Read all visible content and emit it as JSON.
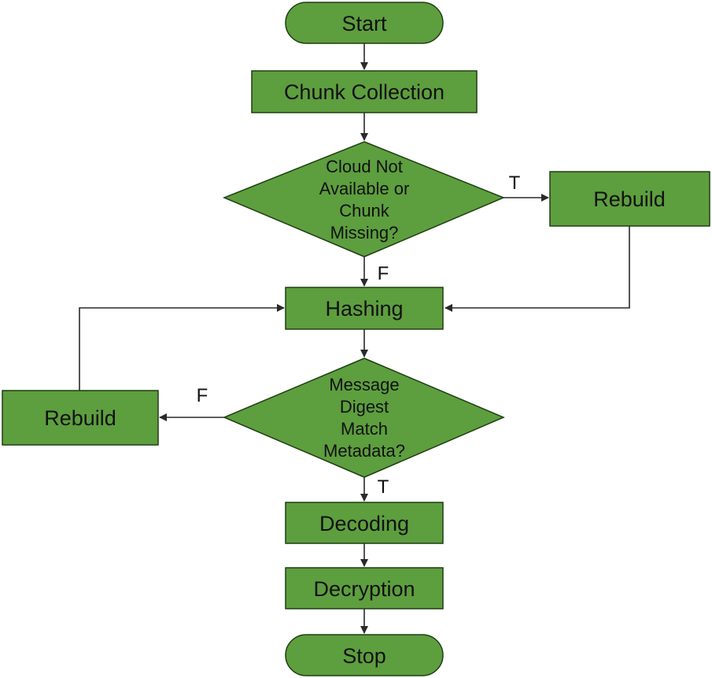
{
  "colors": {
    "node_fill": "#5d9e3e",
    "node_stroke": "#1f3f12",
    "edge": "#2a2a2a"
  },
  "nodes": {
    "start": "Start",
    "chunk_collection": "Chunk Collection",
    "decision_cloud": [
      "Cloud Not",
      "Available or",
      "Chunk",
      "Missing?"
    ],
    "rebuild_right": "Rebuild",
    "hashing": "Hashing",
    "decision_digest": [
      "Message",
      "Digest",
      "Match",
      "Metadata?"
    ],
    "rebuild_left": "Rebuild",
    "decoding": "Decoding",
    "decryption": "Decryption",
    "stop": "Stop"
  },
  "edges": {
    "cloud_true": "T",
    "cloud_false": "F",
    "digest_false": "F",
    "digest_true": "T"
  }
}
